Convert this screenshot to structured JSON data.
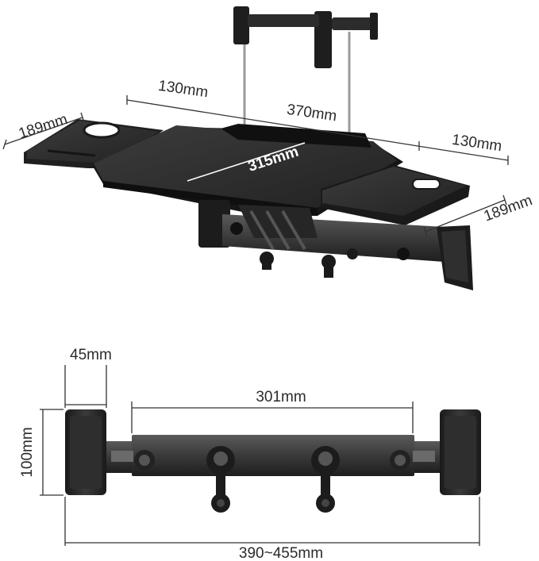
{
  "diagram": {
    "top_view": {
      "dimensions": {
        "left_tray_depth": "189mm",
        "left_tray_width": "130mm",
        "main_tray_width": "370mm",
        "main_tray_depth": "315mm",
        "right_tray_width": "130mm",
        "right_tray_depth": "189mm"
      }
    },
    "bottom_view": {
      "dimensions": {
        "mount_thickness": "45mm",
        "mount_height": "100mm",
        "rail_length": "301mm",
        "total_width": "390~455mm"
      }
    }
  },
  "colors": {
    "product": "#2a2a2a",
    "product_dark": "#141414",
    "product_highlight": "#4a4a4a",
    "dimension_line": "#333333",
    "background": "#ffffff"
  }
}
